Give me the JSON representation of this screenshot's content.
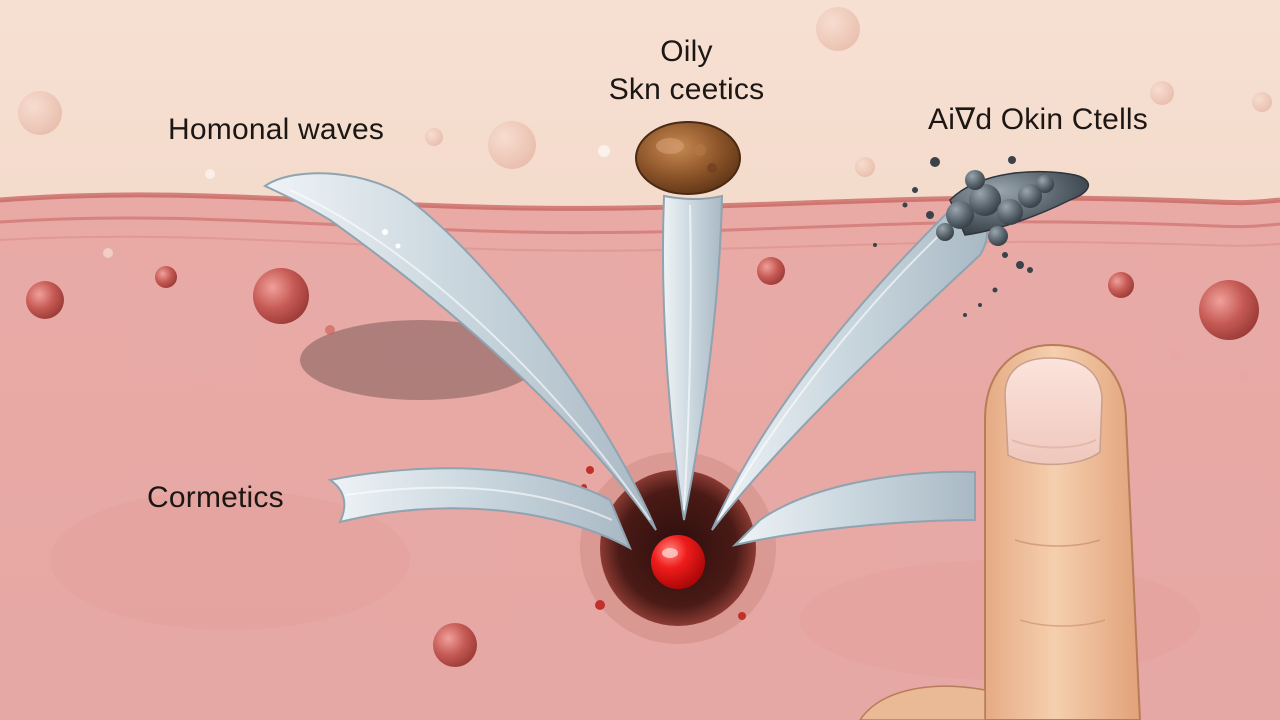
{
  "labels": {
    "hormonal_waves": "Homonal waves",
    "oily_line1": "Oily",
    "oily_line2": "Skn ceetics",
    "dead_skin_cells": "Ai∇d Okin Ctells",
    "cosmetics": "Cormetics"
  },
  "colors": {
    "skin_surface": "#f3d6c6",
    "dermis": "#e7a4a0",
    "pore_dark": "#3a1613",
    "pimple_red": "#e01010",
    "sebum_brown": "#8a5328",
    "dead_cells_gray": "#5c6770",
    "arrow_silver": "#c9d6de",
    "finger_skin": "#f0c39e"
  },
  "icons": {
    "pore": "clogged-pore-icon",
    "sebum": "oil-droplet-icon",
    "dead_cells": "cell-cluster-icon",
    "finger": "finger-icon"
  }
}
